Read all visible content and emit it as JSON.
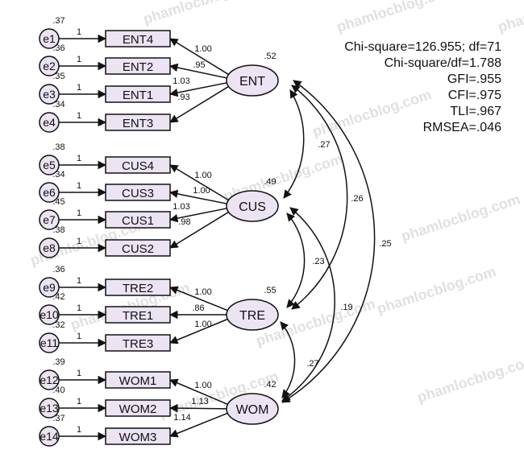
{
  "colors": {
    "node_fill": "#ece3f3",
    "stroke": "#111111",
    "watermark": "#c8c8c8"
  },
  "watermark": "phamlocblog.com",
  "fit_indices": [
    "Chi-square=126.955; df=71",
    "Chi-square/df=1.788",
    "GFI=.955",
    "CFI=.975",
    "TLI=.967",
    "RMSEA=.046"
  ],
  "factors": [
    {
      "id": "ENT",
      "label": "ENT",
      "variance": ".52",
      "indicators": [
        {
          "label": "ENT4",
          "error": "e1",
          "error_variance": ".37",
          "path": "1",
          "loading": "1.00"
        },
        {
          "label": "ENT2",
          "error": "e2",
          "error_variance": ".36",
          "path": "1",
          "loading": ".95"
        },
        {
          "label": "ENT1",
          "error": "e3",
          "error_variance": ".35",
          "path": "1",
          "loading": "1.03"
        },
        {
          "label": "ENT3",
          "error": "e4",
          "error_variance": ".34",
          "path": "1",
          "loading": ".93"
        }
      ]
    },
    {
      "id": "CUS",
      "label": "CUS",
      "variance": ".49",
      "indicators": [
        {
          "label": "CUS4",
          "error": "e5",
          "error_variance": ".38",
          "path": "1",
          "loading": "1.00"
        },
        {
          "label": "CUS3",
          "error": "e6",
          "error_variance": ".34",
          "path": "1",
          "loading": "1.00"
        },
        {
          "label": "CUS1",
          "error": "e7",
          "error_variance": ".45",
          "path": "1",
          "loading": "1.03"
        },
        {
          "label": "CUS2",
          "error": "e8",
          "error_variance": ".38",
          "path": "1",
          "loading": ".98"
        }
      ]
    },
    {
      "id": "TRE",
      "label": "TRE",
      "variance": ".55",
      "indicators": [
        {
          "label": "TRE2",
          "error": "e9",
          "error_variance": ".36",
          "path": "1",
          "loading": "1.00"
        },
        {
          "label": "TRE1",
          "error": "e10",
          "error_variance": ".42",
          "path": "1",
          "loading": ".86"
        },
        {
          "label": "TRE3",
          "error": "e11",
          "error_variance": ".32",
          "path": "1",
          "loading": "1.00"
        }
      ]
    },
    {
      "id": "WOM",
      "label": "WOM",
      "variance": ".42",
      "indicators": [
        {
          "label": "WOM1",
          "error": "e12",
          "error_variance": ".39",
          "path": "1",
          "loading": "1.00"
        },
        {
          "label": "WOM2",
          "error": "e13",
          "error_variance": ".40",
          "path": "1",
          "loading": "1.13"
        },
        {
          "label": "WOM3",
          "error": "e14",
          "error_variance": ".37",
          "path": "1",
          "loading": "1.14"
        }
      ]
    }
  ],
  "covariances": [
    {
      "from": "ENT",
      "to": "CUS",
      "value": ".27"
    },
    {
      "from": "ENT",
      "to": "TRE",
      "value": ".26"
    },
    {
      "from": "ENT",
      "to": "WOM",
      "value": ".25"
    },
    {
      "from": "CUS",
      "to": "TRE",
      "value": ".23"
    },
    {
      "from": "CUS",
      "to": "WOM",
      "value": ".19"
    },
    {
      "from": "TRE",
      "to": "WOM",
      "value": ".27"
    }
  ]
}
